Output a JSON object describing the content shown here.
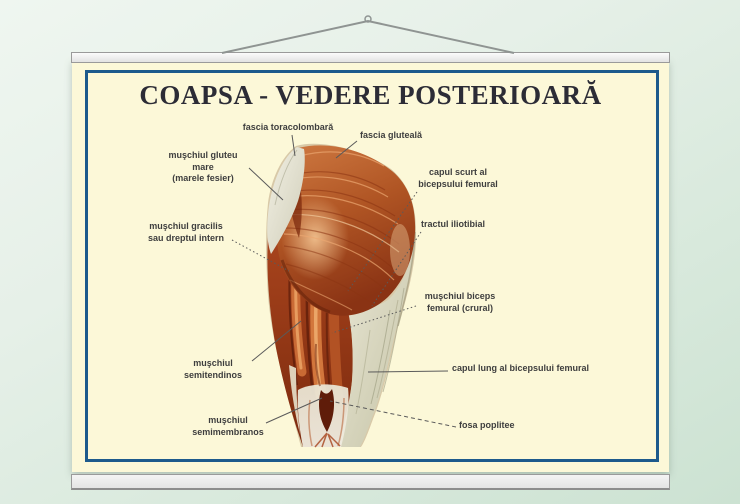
{
  "poster": {
    "title": "COAPSA - VEDERE POSTERIOARĂ",
    "labels": [
      {
        "id": "fascia-toracolombara",
        "text": "fascia toracolombară"
      },
      {
        "id": "fascia-gluteala",
        "text": "fascia gluteală"
      },
      {
        "id": "muschiul-gluteu-mare",
        "text": "muşchiul gluteu\nmare\n(marele fesier)"
      },
      {
        "id": "capul-scurt",
        "text": "capul scurt al\nbicepsului femural"
      },
      {
        "id": "tractul-iliotibial",
        "text": "tractul iliotibial"
      },
      {
        "id": "muschiul-gracilis",
        "text": "muşchiul gracilis\nsau dreptul intern"
      },
      {
        "id": "muschiul-biceps",
        "text": "muşchiul biceps\nfemural (crural)"
      },
      {
        "id": "muschiul-semitendinos",
        "text": "muşchiul\nsemitendinos"
      },
      {
        "id": "capul-lung",
        "text": "capul lung al bicepsului femural"
      },
      {
        "id": "muschiul-semimembranos",
        "text": "muşchiul\nsemimembranos"
      },
      {
        "id": "fosa-poplitee",
        "text": "fosa poplitee"
      }
    ]
  },
  "colors": {
    "wall_background": "#d8e9dc",
    "poster_paper": "#fcf8d8",
    "frame_border": "#1d5a8c",
    "title_text": "#2c2c36",
    "label_text": "#3e3e3e",
    "leader_line": "#5a5a5a",
    "muscle_main": "#b05524",
    "muscle_dark": "#7c2a0e",
    "fascia_tendon": "#e9e6d5",
    "rail": "#ececec",
    "string": "#8f9492"
  }
}
